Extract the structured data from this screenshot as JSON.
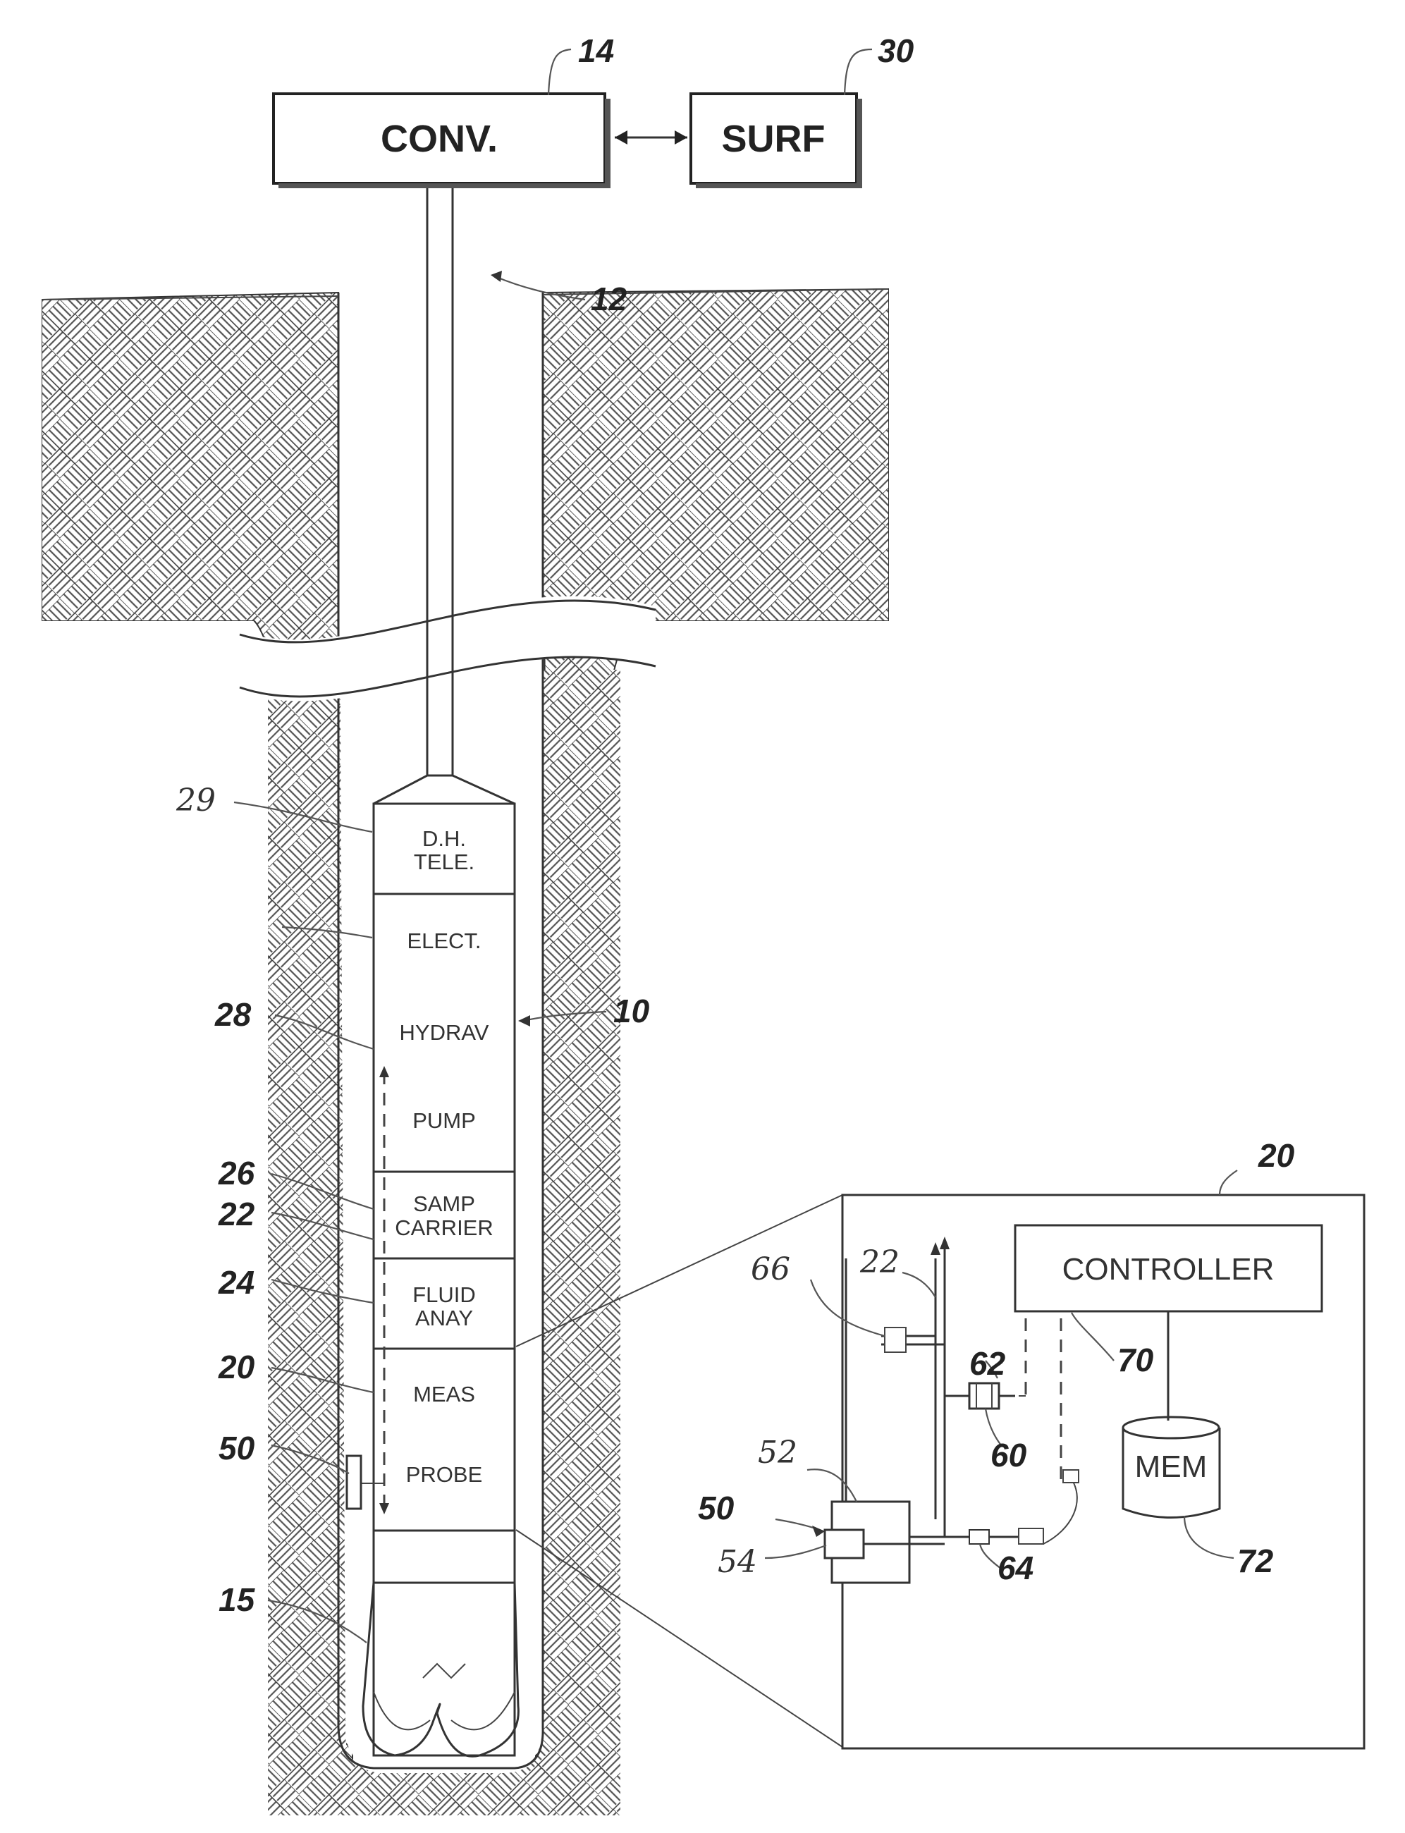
{
  "boxes": {
    "converter": "CONV.",
    "surface": "SURF"
  },
  "tool_sections": {
    "telemetry": [
      "D.H.",
      "TELE."
    ],
    "electronics": "ELECT.",
    "hydraulics": "HYDRAV",
    "pump": "PUMP",
    "sample_carrier": [
      "SAMP",
      "CARRIER"
    ],
    "fluid_analyzer": [
      "FLUID",
      "ANAY"
    ],
    "measurement": "MEAS",
    "probe": "PROBE"
  },
  "inset": {
    "controller": "CONTROLLER",
    "memory": "MEM"
  },
  "refs": {
    "r14": "14",
    "r30": "30",
    "r12": "12",
    "r29": "29",
    "r28": "28",
    "r10": "10",
    "r26": "26",
    "r22": "22",
    "r24": "24",
    "r20": "20",
    "r50": "50",
    "r15": "15",
    "inset_20": "20",
    "inset_66": "66",
    "inset_22": "22",
    "inset_62": "62",
    "inset_70": "70",
    "inset_60": "60",
    "inset_52": "52",
    "inset_50": "50",
    "inset_54": "54",
    "inset_64": "64",
    "inset_72": "72"
  }
}
